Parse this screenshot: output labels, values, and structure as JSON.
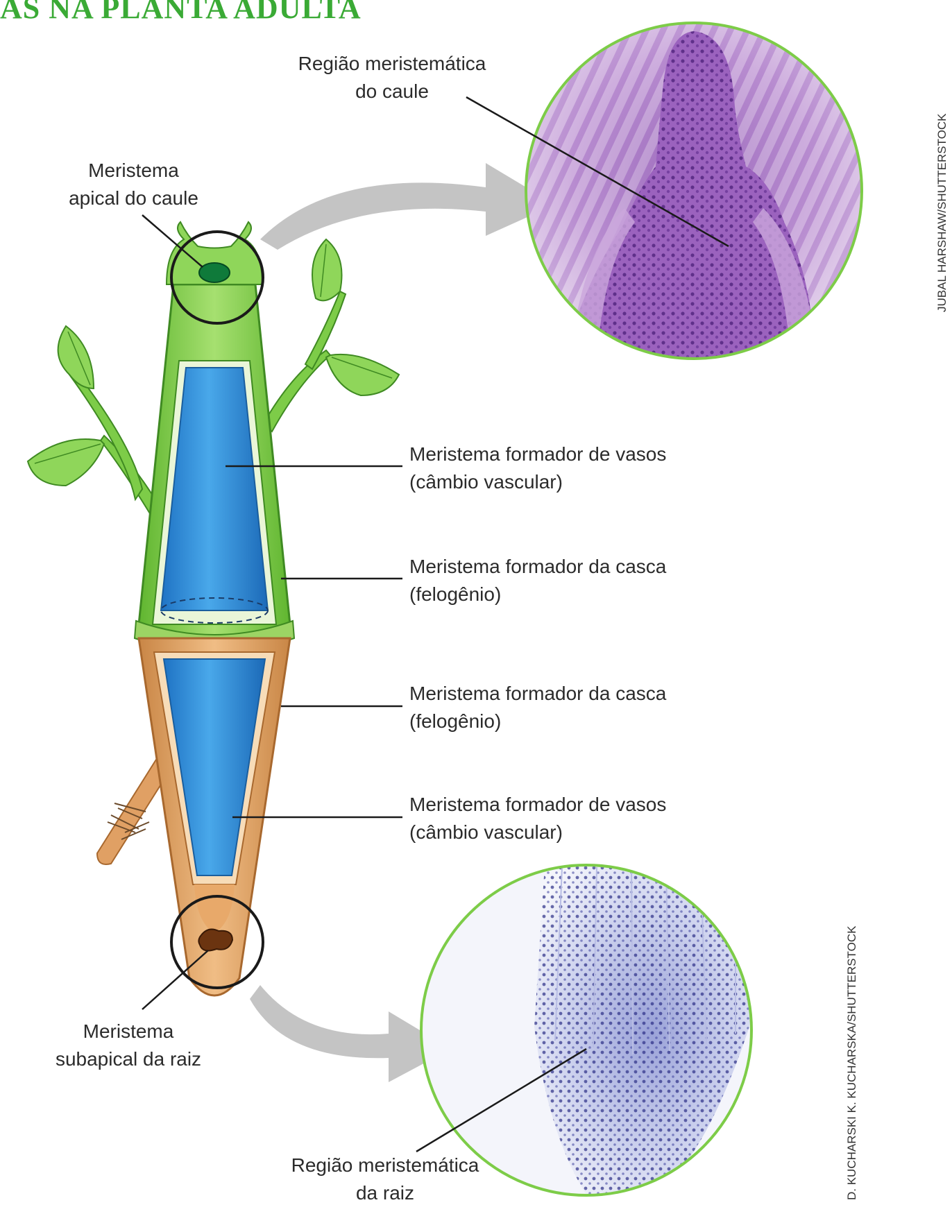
{
  "title": "AS NA PLANTA ADULTA",
  "labels": {
    "stem_region_l1": "Região meristemática",
    "stem_region_l2": "do caule",
    "apical_l1": "Meristema",
    "apical_l2": "apical do caule",
    "vasos_top_l1": "Meristema formador de vasos",
    "vasos_top_l2": "(câmbio vascular)",
    "casca_top_l1": "Meristema formador da casca",
    "casca_top_l2": "(felogênio)",
    "casca_bot_l1": "Meristema formador da casca",
    "casca_bot_l2": "(felogênio)",
    "vasos_bot_l1": "Meristema formador de vasos",
    "vasos_bot_l2": "(câmbio vascular)",
    "subapical_l1": "Meristema",
    "subapical_l2": "subapical da raiz",
    "root_region_l1": "Região meristemática",
    "root_region_l2": "da raiz"
  },
  "credits": {
    "top": "JUBAL HARSHAW/SHUTTERSTOCK",
    "bottom": "D. KUCHARSKI K. KUCHARSKA/SHUTTERSTOCK"
  },
  "colors": {
    "title": "#3aaa35",
    "stem_green": "#7dcc48",
    "root_tan": "#e0a064",
    "vascular_blue": "#2a8fd6",
    "stem_micrograph": "#b484c8",
    "root_micrograph": "#cfd2ea"
  }
}
